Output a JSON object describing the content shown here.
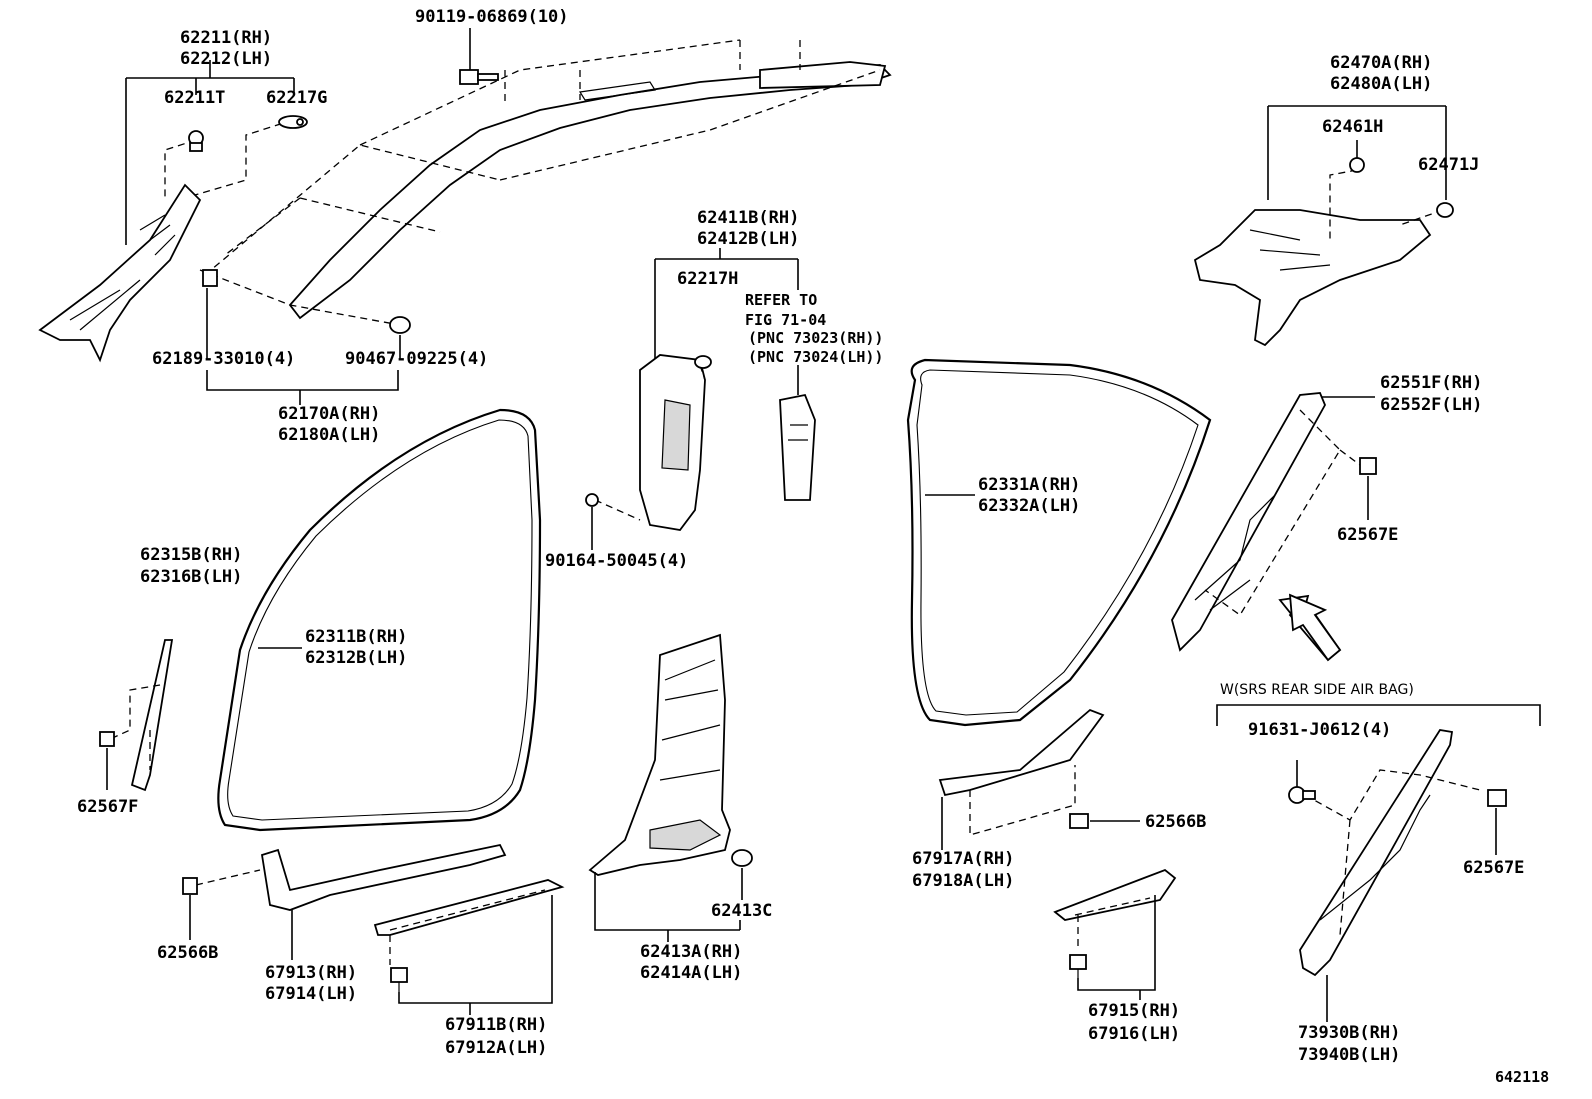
{
  "labels": {
    "l62211": "62211(RH)",
    "l62212": "62212(LH)",
    "l62211t": "62211T",
    "l62217g": "62217G",
    "l90119": "90119-06869(10)",
    "l62189": "62189-33010(4)",
    "l90467": "90467-09225(4)",
    "l62170a": "62170A(RH)",
    "l62180a": "62180A(LH)",
    "l62411b": "62411B(RH)",
    "l62412b": "62412B(LH)",
    "l62217h": "62217H",
    "refer1": "REFER TO",
    "refer2": "FIG 71-04",
    "refer3": "(PNC 73023(RH))",
    "refer4": "(PNC 73024(LH))",
    "l90164": "90164-50045(4)",
    "l62470a": "62470A(RH)",
    "l62480a": "62480A(LH)",
    "l62461h": "62461H",
    "l62471j": "62471J",
    "l62551f": "62551F(RH)",
    "l62552f": "62552F(LH)",
    "l62567e_a": "62567E",
    "l62331a": "62331A(RH)",
    "l62332a": "62332A(LH)",
    "l62315b": "62315B(RH)",
    "l62316b": "62316B(LH)",
    "l62311b": "62311B(RH)",
    "l62312b": "62312B(LH)",
    "l62567f": "62567F",
    "srs_note": "W(SRS REAR SIDE AIR BAG)",
    "l91631": "91631-J0612(4)",
    "l62567e_b": "62567E",
    "l62566b_r": "62566B",
    "l67917a": "67917A(RH)",
    "l67918a": "67918A(LH)",
    "l62413c": "62413C",
    "l62413a": "62413A(RH)",
    "l62414a": "62414A(LH)",
    "l62566b_l": "62566B",
    "l67913": "67913(RH)",
    "l67914": "67914(LH)",
    "l67911b": "67911B(RH)",
    "l67912a": "67912A(LH)",
    "l67915": "67915(RH)",
    "l67916": "67916(LH)",
    "l73930b": "73930B(RH)",
    "l73940b": "73940B(LH)",
    "fig_id": "642118"
  }
}
